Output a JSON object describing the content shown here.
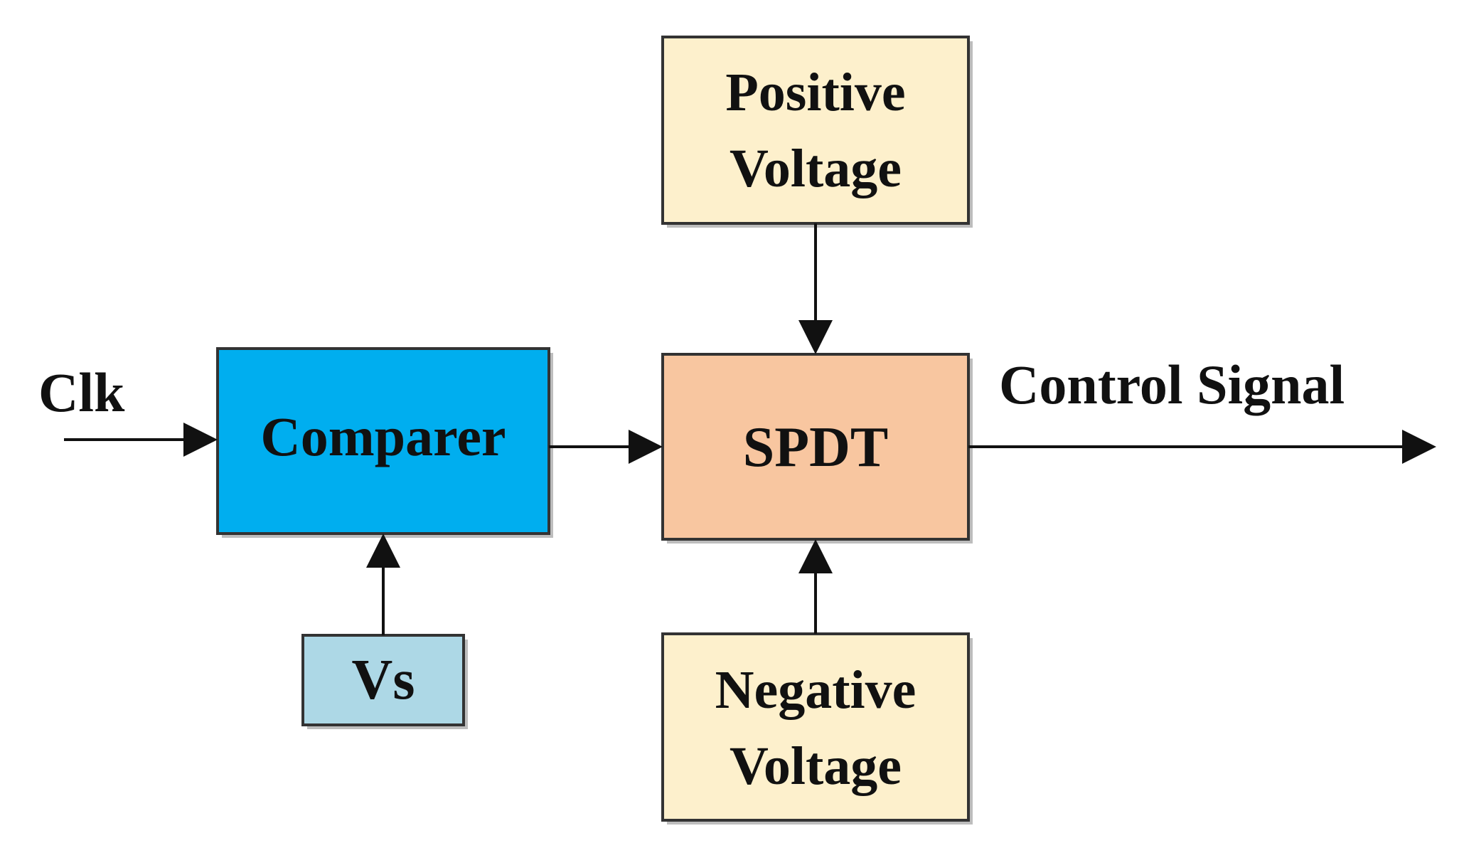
{
  "diagram": {
    "blocks": {
      "comparer": {
        "label": "Comparer",
        "fill": "#00AEEF"
      },
      "spdt": {
        "label": "SPDT",
        "fill": "#F8C6A0"
      },
      "positive_voltage": {
        "line1": "Positive",
        "line2": "Voltage",
        "fill": "#FDF0CC"
      },
      "negative_voltage": {
        "line1": "Negative",
        "line2": "Voltage",
        "fill": "#FDF0CC"
      },
      "vs": {
        "label": "Vs",
        "fill": "#ADD8E6"
      }
    },
    "labels": {
      "clk": "Clk",
      "control_signal": "Control Signal"
    }
  }
}
